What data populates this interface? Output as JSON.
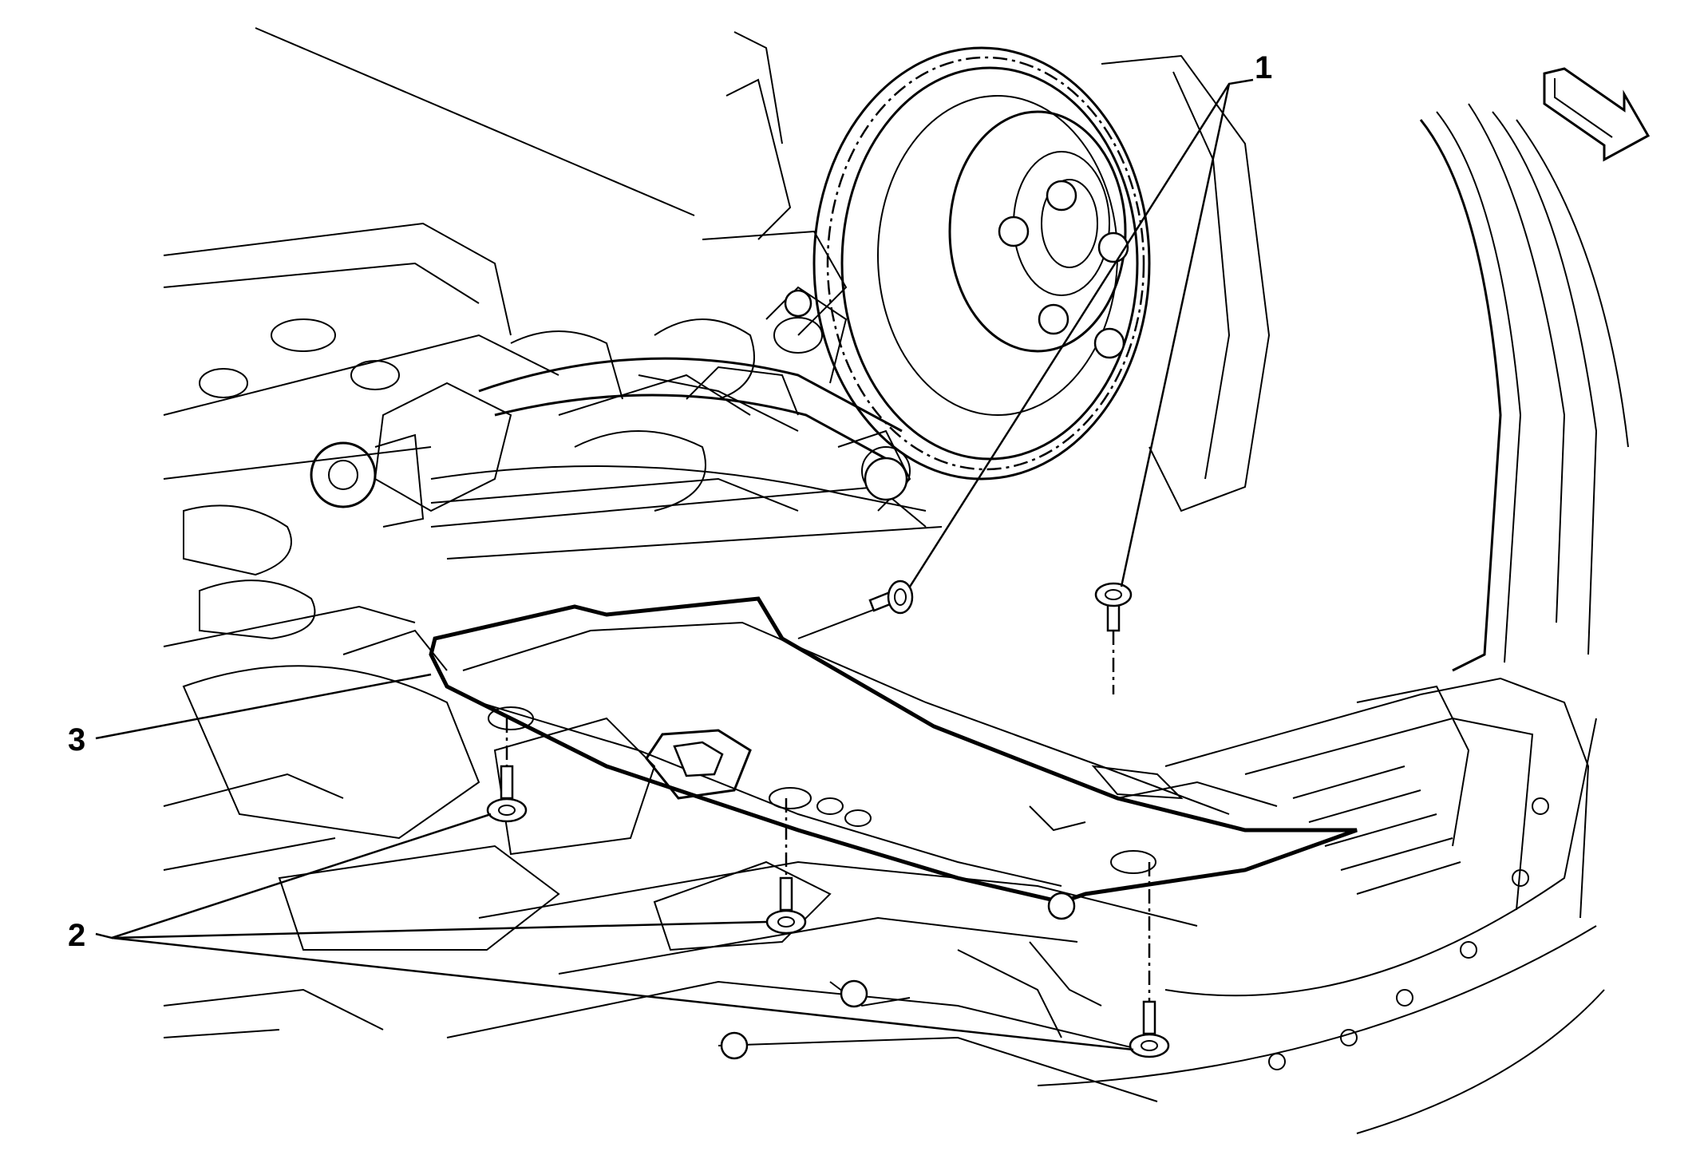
{
  "diagram": {
    "callouts": [
      {
        "id": "1",
        "label": "1"
      },
      {
        "id": "2",
        "label": "2"
      },
      {
        "id": "3",
        "label": "3"
      }
    ],
    "components": {
      "front_arrow": "direction-arrow-icon",
      "brake_rotor": "brake-rotor",
      "splash_shield": "splash-shield-panel",
      "bolts_upper": "bolt",
      "bolts_lower": "bolt"
    }
  }
}
